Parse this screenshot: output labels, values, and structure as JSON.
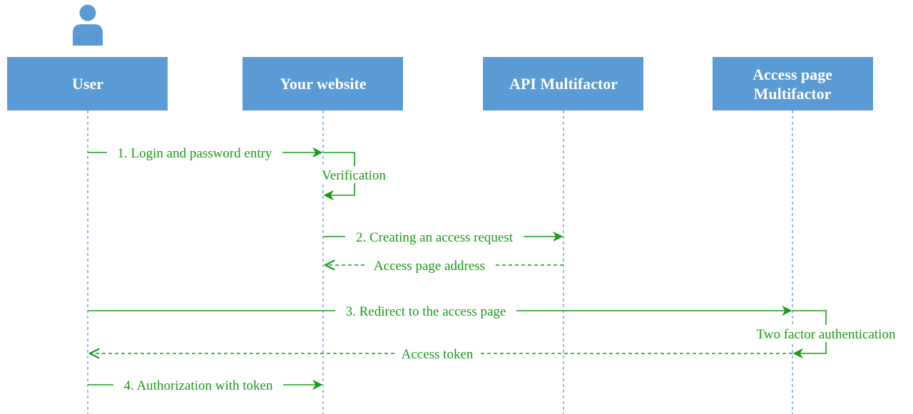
{
  "participants": [
    {
      "id": "user",
      "label": "User"
    },
    {
      "id": "website",
      "label": "Your website"
    },
    {
      "id": "api",
      "label": "API Multifactor"
    },
    {
      "id": "access_page",
      "label_lines": [
        "Access page",
        "Multifactor"
      ]
    }
  ],
  "messages": [
    {
      "id": "login",
      "label": "1. Login and password entry",
      "from": "user",
      "to": "website",
      "style": "solid"
    },
    {
      "id": "verification",
      "label": "Verification",
      "from": "website",
      "to": "website",
      "style": "solid",
      "self": true
    },
    {
      "id": "create_request",
      "label": "2. Creating an access request",
      "from": "website",
      "to": "api",
      "style": "solid"
    },
    {
      "id": "access_address",
      "label": "Access page address",
      "from": "api",
      "to": "website",
      "style": "dashed"
    },
    {
      "id": "redirect",
      "label": "3. Redirect to the access page",
      "from": "user",
      "to": "access_page",
      "style": "solid"
    },
    {
      "id": "two_factor",
      "label": "Two factor authentication",
      "from": "access_page",
      "to": "access_page",
      "style": "solid",
      "self": true
    },
    {
      "id": "access_token",
      "label": "Access token",
      "from": "access_page",
      "to": "user",
      "style": "dashed"
    },
    {
      "id": "authorization",
      "label": "4. Authorization with token",
      "from": "user",
      "to": "website",
      "style": "solid"
    }
  ],
  "colors": {
    "participant_fill": "#5b9bd5",
    "participant_text": "#ffffff",
    "message": "#1a9b1a",
    "lifeline": "#5b9bd5"
  },
  "icons": {
    "actor": "user-icon"
  }
}
